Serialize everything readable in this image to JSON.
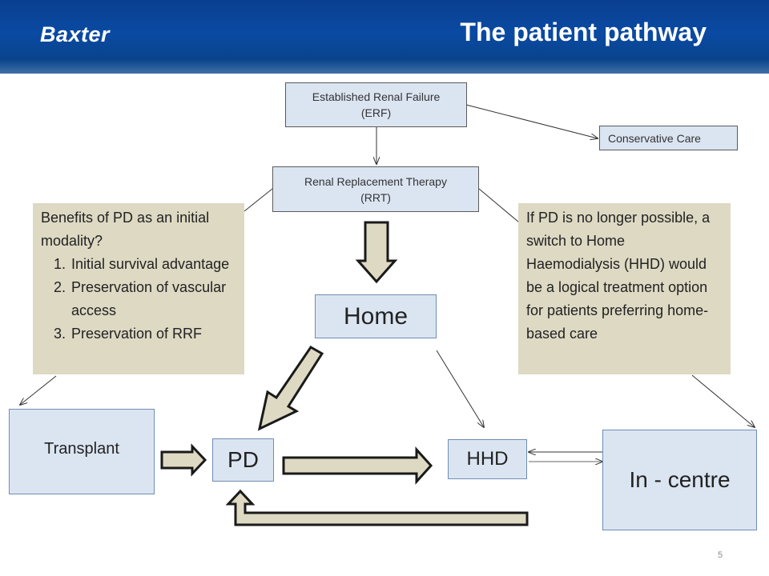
{
  "header": {
    "logo_text": "Baxter",
    "title": "The patient pathway"
  },
  "nodes": {
    "erf": {
      "line1": "Established Renal Failure",
      "line2": "(ERF)"
    },
    "conservative": "Conservative Care",
    "rrt": {
      "line1": "Renal Replacement Therapy",
      "line2": "(RRT)"
    },
    "home": "Home",
    "transplant": "Transplant",
    "pd": "PD",
    "hhd": "HHD",
    "in_centre": "In - centre"
  },
  "notes": {
    "benefits": {
      "heading": "Benefits of PD as an initial modality?",
      "items": [
        "Initial survival advantage",
        "Preservation of vascular access",
        "Preservation of RRF"
      ]
    },
    "switch": "If PD is no longer possible, a switch to Home Haemodialysis (HHD) would be a logical treatment option for patients preferring home- based care"
  },
  "footer": {
    "page_number": "5"
  },
  "colors": {
    "header_blue": "#0a4aa3",
    "box_fill": "#dbe5f2",
    "note_fill": "#ddd9c3",
    "block_arrow_fill": "#ddd9c3"
  }
}
